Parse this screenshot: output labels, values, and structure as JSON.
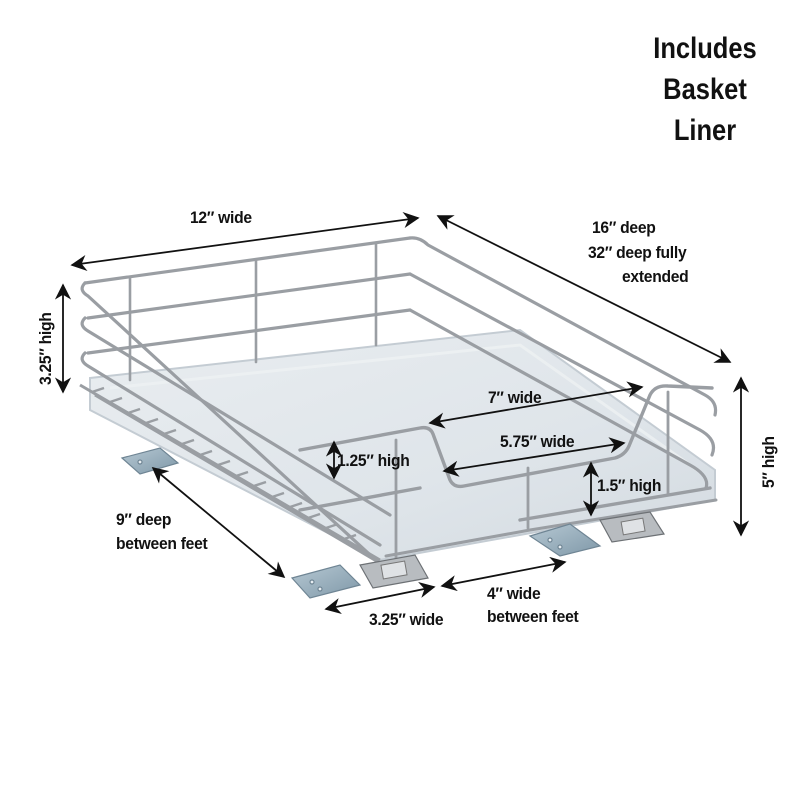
{
  "headline": {
    "lines": [
      "Includes",
      "Basket",
      "Liner"
    ]
  },
  "product": {
    "name": "pull-out-wire-basket-drawer",
    "colors": {
      "wire": "#9a9ea3",
      "wire_highlight": "#e4e6e8",
      "liner": "#dde3e8",
      "liner_edge": "#c4ccd3",
      "feet": "#8fa7b6",
      "slide": "#a6aaae",
      "dimension_line": "#111111",
      "text": "#111111",
      "background": "#ffffff"
    }
  },
  "dimensions": {
    "overall_width": "12″ wide",
    "overall_depth_line1": "16″ deep",
    "overall_depth_line2": "32″ deep fully",
    "overall_depth_line3": "extended",
    "back_height": "3.25″ high",
    "front_height": "5″ high",
    "notch_top_width": "7″ wide",
    "notch_bottom_width": "5.75″ wide",
    "notch_depth": "1.25″ high",
    "front_lip_height": "1.5″ high",
    "feet_depth_line1": "9″ deep",
    "feet_depth_line2": "between feet",
    "foot_width": "3.25″ wide",
    "feet_spacing_line1": "4″ wide",
    "feet_spacing_line2": "between feet"
  }
}
